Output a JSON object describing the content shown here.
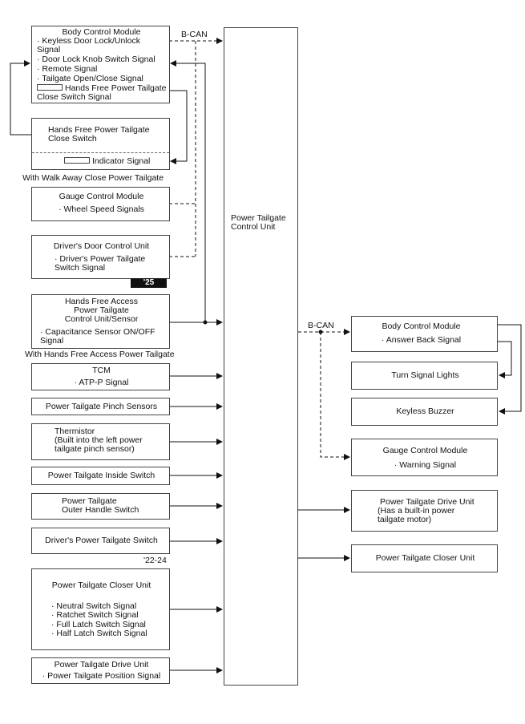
{
  "bus_left": "B-CAN",
  "bus_right": "B-CAN",
  "center": {
    "line1": "Power Tailgate",
    "line2": "Control Unit"
  },
  "bcm": {
    "title": "Body Control Module",
    "lines": [
      "· Keyless Door Lock/Unlock",
      "Signal",
      "· Door Lock Knob Switch Signal",
      "· Remote Signal",
      "· Tailgate Open/Close Signal",
      "Hands Free Power Tailgate",
      "Close Switch Signal"
    ]
  },
  "hf_close": {
    "line1": "Hands Free Power Tailgate",
    "line2": "Close Switch",
    "indicator": "Indicator Signal"
  },
  "walkaway_note": "With Walk Away Close Power Tailgate",
  "gauge_left": {
    "title": "Gauge Control Module",
    "line": "· Wheel Speed Signals"
  },
  "ddcu": {
    "title": "Driver's Door Control Unit",
    "line1": "· Driver's Power Tailgate",
    "line2": "Switch Signal",
    "badge": "'25"
  },
  "hfa": {
    "line1": "Hands Free Access",
    "line2": "Power Tailgate",
    "line3": "Control Unit/Sensor",
    "line4": "· Capacitance Sensor ON/OFF",
    "line5": "Signal"
  },
  "hfa_note": "With Hands Free Access Power Tailgate",
  "tcm": {
    "title": "TCM",
    "line": "· ATP-P Signal"
  },
  "pinch": "Power Tailgate Pinch Sensors",
  "thermistor": {
    "line1": "Thermistor",
    "line2": "(Built into the left power",
    "line3": "tailgate pinch sensor)"
  },
  "inside_switch": "Power Tailgate Inside Switch",
  "outer_handle": {
    "line1": "Power Tailgate",
    "line2": "Outer Handle Switch"
  },
  "drivers_switch": "Driver's Power Tailgate Switch",
  "year_note": "'22-24",
  "closer_left": {
    "title": "Power Tailgate Closer Unit",
    "lines": [
      "· Neutral Switch Signal",
      "· Ratchet Switch Signal",
      "· Full Latch Switch Signal",
      "· Half Latch Switch Signal"
    ]
  },
  "drive_left": {
    "title": "Power Tailgate Drive Unit",
    "line": "· Power Tailgate Position Signal"
  },
  "bcm_right": {
    "title": "Body Control Module",
    "line": "· Answer Back Signal"
  },
  "turn_signal": "Turn Signal Lights",
  "keyless_buzzer": "Keyless Buzzer",
  "gauge_right": {
    "title": "Gauge Control Module",
    "line": "· Warning Signal"
  },
  "drive_right": {
    "line1": "Power Tailgate Drive Unit",
    "line2": "(Has a built-in power",
    "line3": "tailgate motor)"
  },
  "closer_right": "Power Tailgate Closer Unit"
}
